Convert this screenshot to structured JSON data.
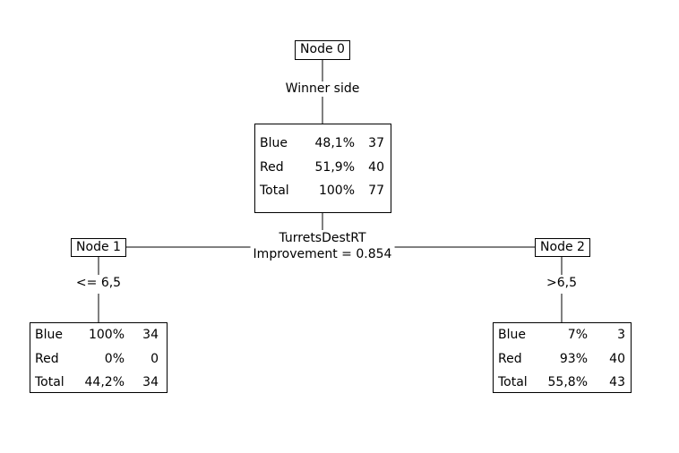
{
  "tree": {
    "root": {
      "node_label": "Node 0",
      "target_label": "Winner side",
      "rows": [
        {
          "label": "Blue",
          "pct": "48,1%",
          "count": "37"
        },
        {
          "label": "Red",
          "pct": "51,9%",
          "count": "40"
        },
        {
          "label": "Total",
          "pct": "100%",
          "count": "77"
        }
      ],
      "split_variable": "TurretsDestRT",
      "improvement": "Improvement = 0.854"
    },
    "left": {
      "node_label": "Node 1",
      "condition": "<= 6,5",
      "rows": [
        {
          "label": "Blue",
          "pct": "100%",
          "count": "34"
        },
        {
          "label": "Red",
          "pct": "0%",
          "count": "0"
        },
        {
          "label": "Total",
          "pct": "44,2%",
          "count": "34"
        }
      ]
    },
    "right": {
      "node_label": "Node 2",
      "condition": ">6,5",
      "rows": [
        {
          "label": "Blue",
          "pct": "7%",
          "count": "3"
        },
        {
          "label": "Red",
          "pct": "93%",
          "count": "40"
        },
        {
          "label": "Total",
          "pct": "55,8%",
          "count": "43"
        }
      ]
    }
  }
}
